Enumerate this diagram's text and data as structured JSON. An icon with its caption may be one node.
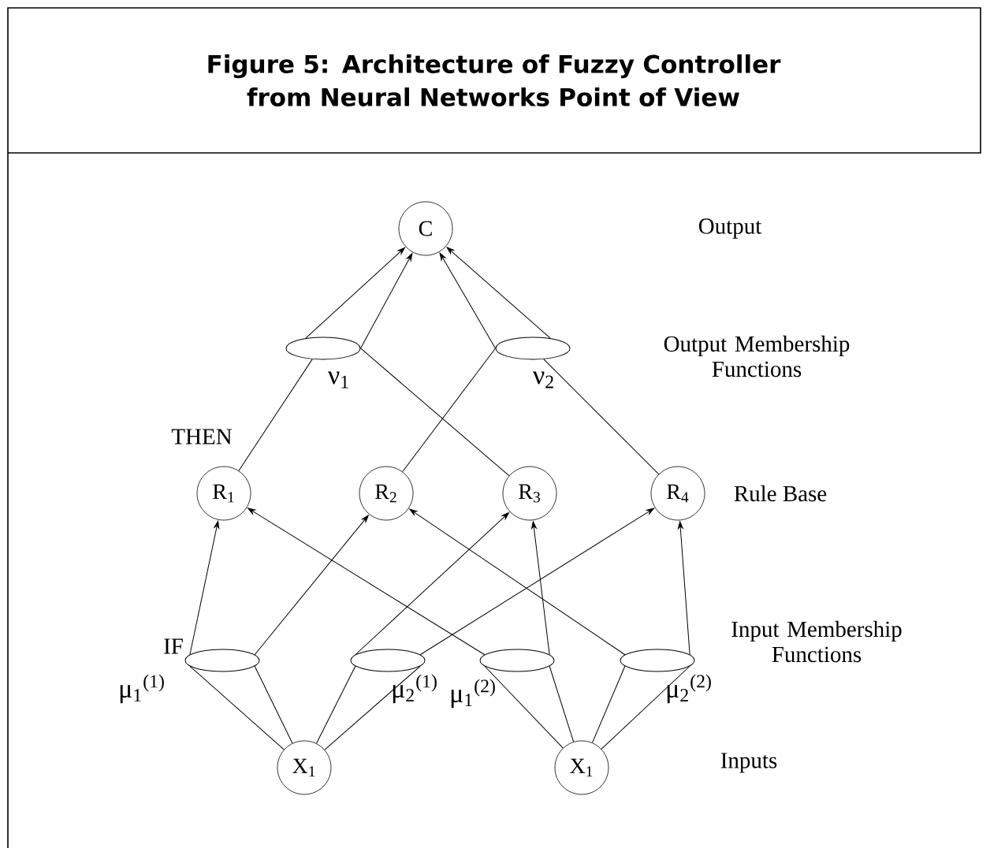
{
  "diagram": {
    "title": "Figure 5: Architecture of Fuzzy Controller from Neural Networks Point of View",
    "nodes": [
      {
        "text": [
          "C"
        ]
      },
      {
        "text": [],
        "shape": "ellipse",
        "beside": [
          "ν$_{1}$"
        ]
      },
      {
        "text": [],
        "shape": "ellipse",
        "beside": [
          "ν$_{2}$"
        ]
      },
      {
        "text": [
          "R$_{1}$"
        ]
      },
      {
        "text": [
          "R$_{2}$"
        ]
      },
      {
        "text": [
          "R$_{3}$"
        ]
      },
      {
        "text": [
          "R$_{4}$"
        ]
      },
      {
        "text": [],
        "shape": "ellipse",
        "beside": [
          "μ$_{1}$$^{(1)}$"
        ]
      },
      {
        "text": [],
        "shape": "ellipse",
        "beside": [
          "μ$_{2}$$^{(1)}$"
        ]
      },
      {
        "text": [],
        "shape": "ellipse",
        "beside": [
          "μ$_{1}$$^{(2)}$"
        ]
      },
      {
        "text": [],
        "shape": "ellipse",
        "beside": [
          "μ$_{2}$$^{(2)}$"
        ]
      },
      {
        "text": [
          "X$_{1}$"
        ]
      },
      {
        "text": [
          "X$_{1}$"
        ]
      }
    ],
    "edges": [
      {
        "from": 3,
        "to": 1,
        "arrow": "none"
      },
      {
        "from": 1,
        "to": 0,
        "arrow": "to"
      },
      {
        "from": 1,
        "to": 0,
        "arrow": "to"
      },
      {
        "from": 5,
        "to": 1,
        "arrow": "none"
      },
      {
        "from": 4,
        "to": 2,
        "arrow": "none"
      },
      {
        "from": 2,
        "to": 0,
        "arrow": "to"
      },
      {
        "from": 2,
        "to": 0,
        "arrow": "to"
      },
      {
        "from": 6,
        "to": 2,
        "arrow": "none"
      },
      {
        "from": 7,
        "to": 3,
        "arrow": "to"
      },
      {
        "from": 7,
        "to": 4,
        "arrow": "to"
      },
      {
        "from": 8,
        "to": 5,
        "arrow": "to"
      },
      {
        "from": 8,
        "to": 6,
        "arrow": "to"
      },
      {
        "from": 9,
        "to": 3,
        "arrow": "to"
      },
      {
        "from": 9,
        "to": 5,
        "arrow": "to"
      },
      {
        "from": 10,
        "to": 4,
        "arrow": "to"
      },
      {
        "from": 10,
        "to": 6,
        "arrow": "to"
      },
      {
        "from": 11,
        "to": 7,
        "arrow": "none"
      },
      {
        "from": 11,
        "to": 7,
        "arrow": "none"
      },
      {
        "from": 11,
        "to": 8,
        "arrow": "none"
      },
      {
        "from": 11,
        "to": 8,
        "arrow": "none"
      },
      {
        "from": 12,
        "to": 9,
        "arrow": "none"
      },
      {
        "from": 12,
        "to": 9,
        "arrow": "none"
      },
      {
        "from": 12,
        "to": 10,
        "arrow": "none"
      },
      {
        "from": 12,
        "to": 10,
        "arrow": "none"
      }
    ],
    "labels": [
      "Output",
      "Output Membership Functions",
      "THEN",
      "Rule Base",
      "IF",
      "Input Membership Functions",
      "Inputs"
    ]
  }
}
